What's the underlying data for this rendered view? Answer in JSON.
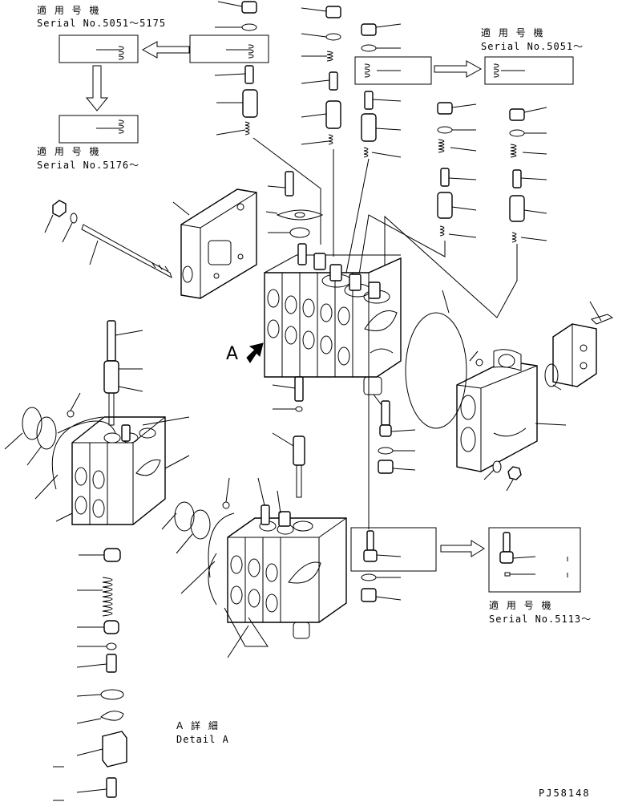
{
  "labels": {
    "serial_a_title": "適 用 号 機",
    "serial_a": "Serial No.5051～5175",
    "serial_b_title": "適 用 号 機",
    "serial_b": "Serial No.5176～",
    "serial_c_title": "適 用 号 機",
    "serial_c": "Serial No.5051～",
    "serial_d_title": "適 用 号 機",
    "serial_d": "Serial No.5113～",
    "view_letter": "A",
    "detail_jp": "A 詳 細",
    "detail_en": "Detail A",
    "drawing_code": "PJ58148"
  }
}
